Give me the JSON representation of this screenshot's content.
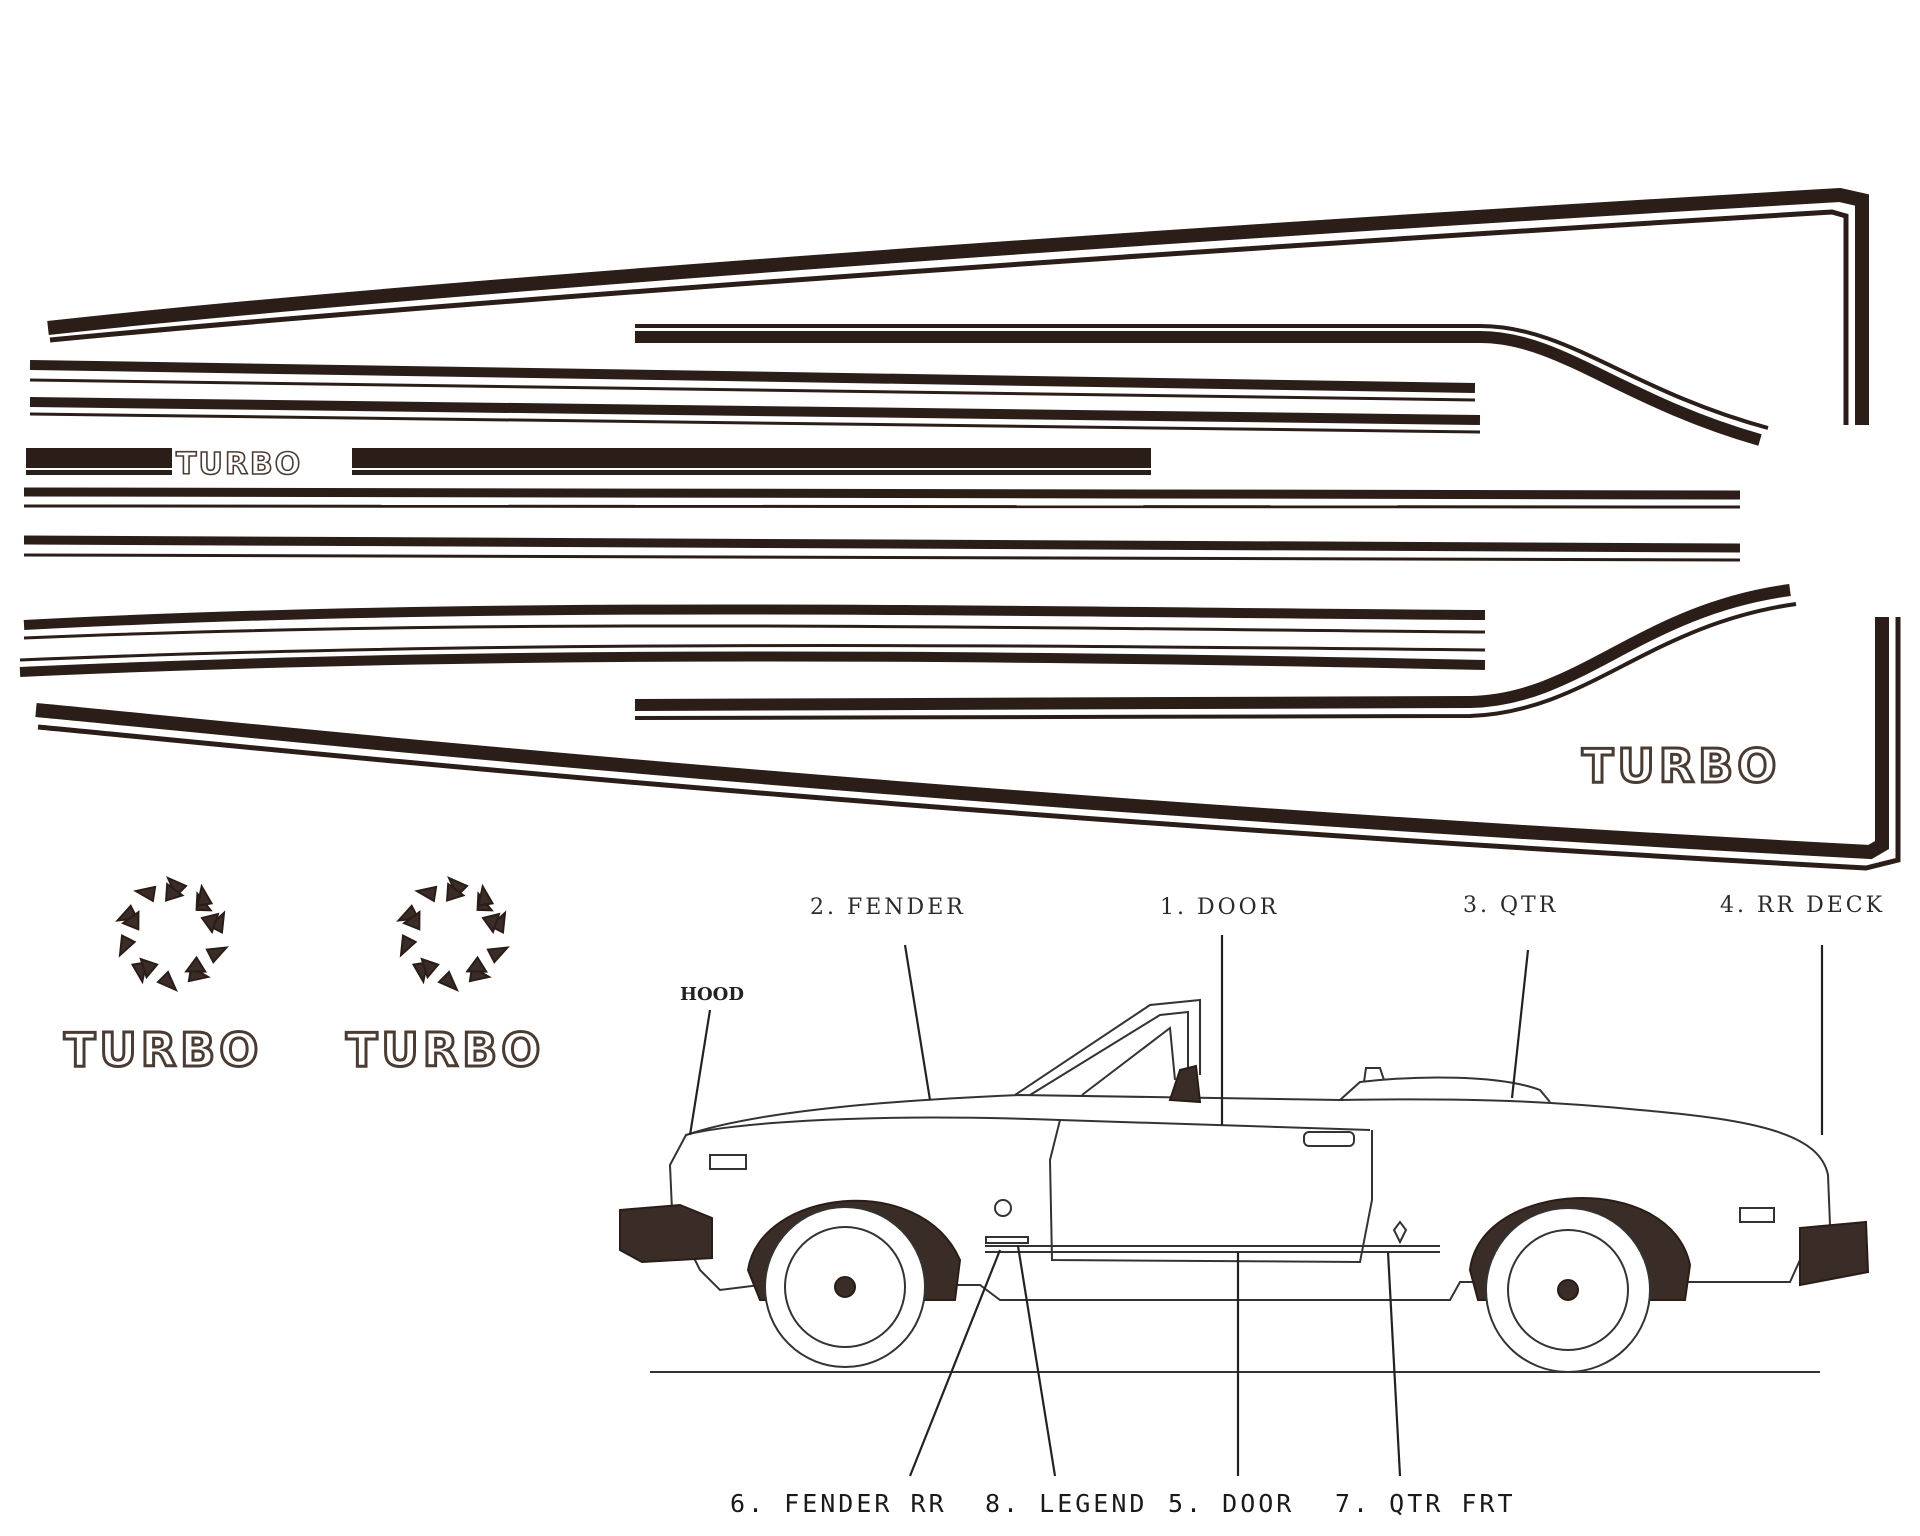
{
  "turbo_text": "TURBO",
  "hood_label": "HOOD",
  "callouts_top": {
    "fender": "2. FENDER",
    "door": "1. DOOR",
    "qtr": "3. QTR",
    "rr_deck": "4. RR DECK"
  },
  "callouts_bottom": {
    "fender_rr": "6. FENDER RR",
    "legend": "8. LEGEND",
    "door_lower": "5. DOOR",
    "qtr_frt": "7. QTR FRT"
  },
  "colors": {
    "stripe": "#2b1d17",
    "turbo_outline": "#4a3b33",
    "background": "#ffffff"
  },
  "icons": [
    "pinwheel-arrow-logo",
    "pinwheel-arrow-logo"
  ]
}
